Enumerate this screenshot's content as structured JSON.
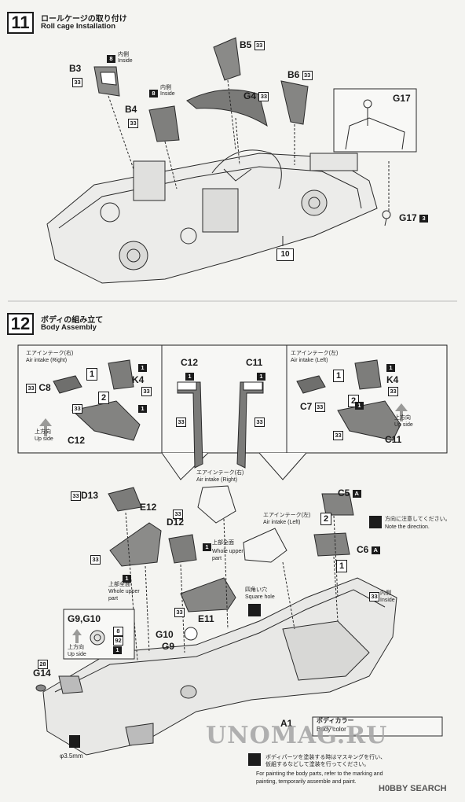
{
  "step11": {
    "number": "11",
    "title_jp": "ロールケージの取り付け",
    "title_en": "Roll cage Installation"
  },
  "step12": {
    "number": "12",
    "title_jp": "ボディの組み立て",
    "title_en": "Body Assembly"
  },
  "parts": {
    "b3": "B3",
    "b4": "B4",
    "b5": "B5",
    "b6": "B6",
    "g4": "G4",
    "g17": "G17",
    "g17b": "G17",
    "c8": "C8",
    "c12a": "C12",
    "c12b": "C12",
    "c11a": "C11",
    "c11b": "C11",
    "c7": "C7",
    "k4a": "K4",
    "k4b": "K4",
    "d13": "D13",
    "e12": "E12",
    "d12": "D12",
    "e11": "E11",
    "c5": "C5",
    "c6": "C6",
    "g10": "G10",
    "g9": "G9",
    "g910": "G9,G10",
    "g14": "G14",
    "a1": "A1"
  },
  "badges": {
    "n33": "33",
    "n8": "8",
    "n1": "1",
    "n3": "3",
    "n28": "28",
    "n92": "92",
    "a": "A",
    "ref10": "10"
  },
  "seq": {
    "one": "1",
    "two": "2"
  },
  "notes": {
    "inside_jp": "内側",
    "inside_en": "Inside",
    "air_right_jp": "エアインテーク(右)",
    "air_right_en": "Air intake (Right)",
    "air_left_jp": "エアインテーク(左)",
    "air_left_en": "Air intake (Left)",
    "up_jp": "上方向",
    "up_en": "Up side",
    "whole_upper_jp": "上部全面",
    "whole_upper_en1": "Whole upper",
    "whole_upper_en2": "part",
    "square_jp": "四角い穴",
    "square_en": "Square hole",
    "dir_jp": "方向に注意してください。",
    "dir_en": "Note the direction.",
    "hole": "φ3.5mm",
    "body_color_jp": "ボディカラー",
    "body_color_en": "Body color",
    "paint_jp1": "ボディパーツを塗装する時はマスキングを行い、",
    "paint_jp2": "仮組するなどして塗装を行ってください。",
    "paint_en1": "For painting the body parts, refer to the marking and",
    "paint_en2": "painting, temporarily assemble and paint."
  },
  "footer": {
    "watermark": "UNOMAG.RU",
    "brand": "H0BBY SEARCH"
  }
}
